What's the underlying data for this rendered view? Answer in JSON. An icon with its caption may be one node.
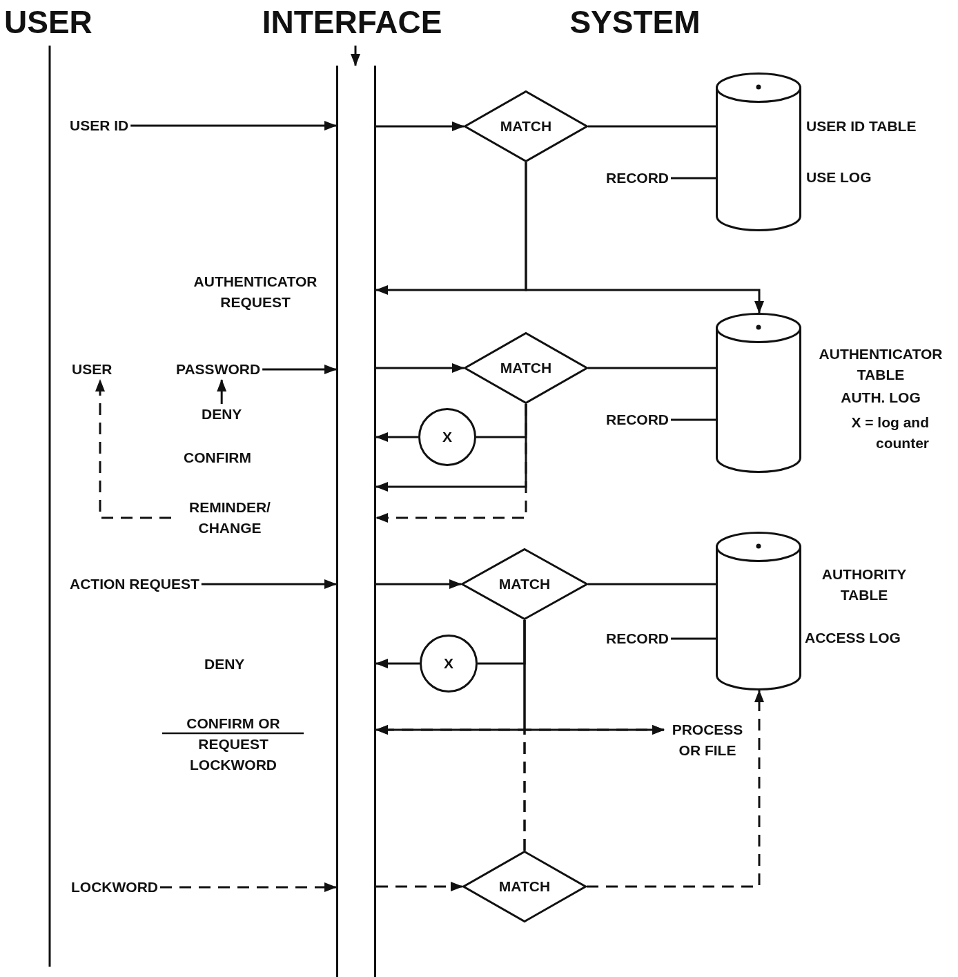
{
  "diagram": {
    "nodes": [
      {
        "text": [],
        "shape": "bar"
      },
      {
        "text": [
          "USER ID"
        ]
      },
      {
        "text": [
          "MATCH"
        ]
      },
      {
        "text": [],
        "shape": "cylinder",
        "beside": [
          "USER ID TABLE",
          "USE LOG"
        ]
      },
      {
        "text": [
          "RECORD"
        ]
      },
      {
        "text": [
          "USER"
        ]
      },
      {
        "text": [
          "PASSWORD"
        ]
      },
      {
        "text": [
          "DENY"
        ]
      },
      {
        "text": [
          "MATCH"
        ]
      },
      {
        "text": [],
        "shape": "cylinder",
        "beside": [
          "AUTHENTICATOR TABLE",
          "AUTH. LOG",
          "X = log and counter"
        ]
      },
      {
        "text": [
          "RECORD"
        ]
      },
      {
        "text": [
          "X"
        ]
      },
      {
        "text": [
          "REMINDER/ CHANGE"
        ]
      },
      {
        "text": [
          "ACTION REQUEST"
        ]
      },
      {
        "text": [
          "MATCH"
        ]
      },
      {
        "text": [],
        "shape": "cylinder",
        "beside": [
          "AUTHORITY TABLE",
          "ACCESS LOG"
        ]
      },
      {
        "text": [
          "RECORD"
        ]
      },
      {
        "text": [
          "X"
        ]
      },
      {
        "text": [
          "PROCESS OR FILE"
        ]
      },
      {
        "text": [
          "LOCKWORD"
        ]
      },
      {
        "text": [
          "MATCH"
        ]
      }
    ],
    "edges": [
      {
        "from": null,
        "to": 0,
        "arrow": "to"
      },
      {
        "from": 1,
        "to": 0,
        "arrow": "to"
      },
      {
        "from": 0,
        "to": 2,
        "arrow": "to"
      },
      {
        "from": 2,
        "to": 3,
        "arrow": "none"
      },
      {
        "from": 4,
        "to": 3,
        "arrow": "none"
      },
      {
        "from": 2,
        "to": 0,
        "arrow": "to"
      },
      {
        "from": 2,
        "to": 9,
        "arrow": "to"
      },
      {
        "from": 6,
        "to": 0,
        "arrow": "to"
      },
      {
        "from": 7,
        "to": 6,
        "arrow": "to"
      },
      {
        "from": 12,
        "to": 5,
        "arrow": "to",
        "style": "dashed"
      },
      {
        "from": 0,
        "to": 8,
        "arrow": "to"
      },
      {
        "from": 8,
        "to": 9,
        "arrow": "none"
      },
      {
        "from": 10,
        "to": 9,
        "arrow": "none"
      },
      {
        "from": 8,
        "to": 11,
        "arrow": "none"
      },
      {
        "from": 11,
        "to": 0,
        "arrow": "to"
      },
      {
        "from": 8,
        "to": 0,
        "arrow": "to"
      },
      {
        "from": 8,
        "to": 0,
        "arrow": "to",
        "style": "dashed"
      },
      {
        "from": 13,
        "to": 0,
        "arrow": "to"
      },
      {
        "from": 0,
        "to": 14,
        "arrow": "to"
      },
      {
        "from": 14,
        "to": 15,
        "arrow": "none"
      },
      {
        "from": 16,
        "to": 15,
        "arrow": "none"
      },
      {
        "from": 14,
        "to": 17,
        "arrow": "none"
      },
      {
        "from": 17,
        "to": 0,
        "arrow": "to"
      },
      {
        "from": 14,
        "to": 0,
        "arrow": "to"
      },
      {
        "from": 14,
        "to": 18,
        "arrow": "to"
      },
      {
        "from": 19,
        "to": 0,
        "arrow": "to",
        "style": "dashed"
      },
      {
        "from": 0,
        "to": 20,
        "arrow": "to",
        "style": "dashed"
      },
      {
        "from": 20,
        "to": 0,
        "arrow": "to",
        "style": "dashed"
      },
      {
        "from": 20,
        "to": 18,
        "arrow": "to",
        "style": "dashed"
      },
      {
        "from": 20,
        "to": 15,
        "arrow": "to",
        "style": "dashed"
      }
    ],
    "labels": [
      "USER",
      "INTERFACE",
      "SYSTEM",
      "AUTHENTICATOR REQUEST",
      "CONFIRM",
      "DENY",
      "CONFIRM OR REQUEST LOCKWORD"
    ]
  }
}
